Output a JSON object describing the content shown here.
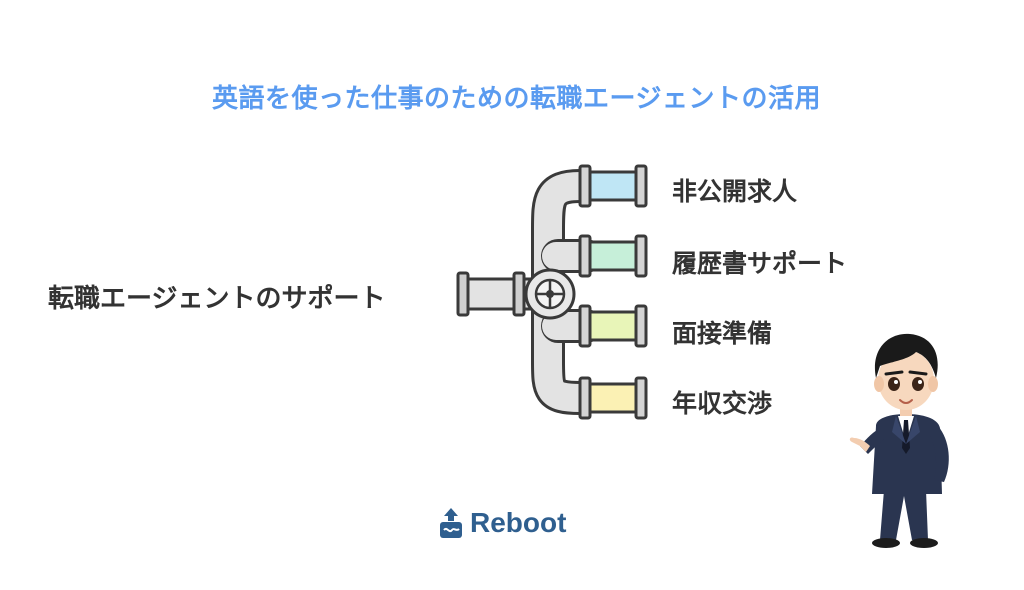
{
  "title": "英語を使った仕事のための転職エージェントの活用",
  "source_label": "転職エージェントのサポート",
  "branches": [
    {
      "label": "非公開求人",
      "color": "#bfe6f5"
    },
    {
      "label": "履歴書サポート",
      "color": "#c6efd9"
    },
    {
      "label": "面接準備",
      "color": "#e8f5b8"
    },
    {
      "label": "年収交渉",
      "color": "#fbf1b4"
    }
  ],
  "logo": {
    "text": "Reboot",
    "color": "#2f5f8f"
  },
  "accent_title_color": "#5a9bf0"
}
